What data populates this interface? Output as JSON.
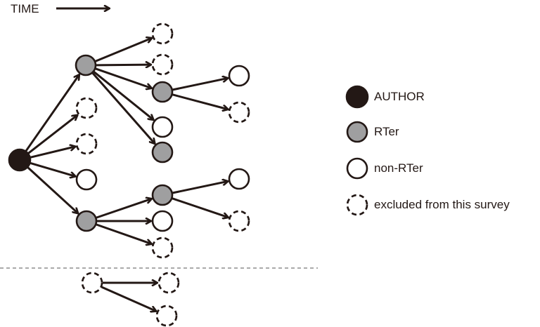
{
  "time_label": "TIME",
  "legend": [
    {
      "type": "author",
      "label": "AUTHOR"
    },
    {
      "type": "rter",
      "label": "RTer"
    },
    {
      "type": "nonrter",
      "label": "non-RTer"
    },
    {
      "type": "excluded",
      "label": "excluded from this survey"
    }
  ],
  "colors": {
    "author": "#231815",
    "rter": "#9f9fa0",
    "nonrter": "#ffffff",
    "stroke": "#231815",
    "divider": "#555555"
  }
}
